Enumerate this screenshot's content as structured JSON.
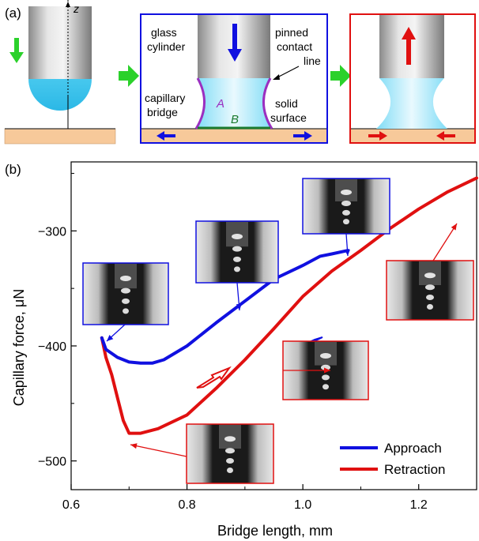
{
  "panel_a": {
    "label": "(a)",
    "z_axis": "z",
    "labels": {
      "glass_cylinder_1": "glass",
      "glass_cylinder_2": "cylinder",
      "pinned_1": "pinned",
      "pinned_2": "contact",
      "pinned_3": "line",
      "capillary_1": "capillary",
      "capillary_2": "bridge",
      "interface_a": "A",
      "interface_b": "B",
      "solid_1": "solid",
      "solid_2": "surface"
    },
    "colors": {
      "water": "#5cd3f3",
      "substrate": "#f7c99a",
      "cylinder": "#bdbdbd",
      "approach": "#1010e0",
      "retraction": "#e01010",
      "green": "#2bd12b",
      "purple": "#9b2fc0",
      "darkgreen": "#1a7a2e"
    }
  },
  "panel_b": {
    "label": "(b)",
    "chart_data": {
      "type": "line",
      "xlabel": "Bridge length, mm",
      "ylabel": "Capillary force, μN",
      "xlim": [
        0.6,
        1.3
      ],
      "ylim": [
        -525,
        -240
      ],
      "x_ticks": [
        0.6,
        0.8,
        1.0,
        1.2
      ],
      "x_tick_labels": [
        "0.6",
        "0.8",
        "1.0",
        "1.2"
      ],
      "y_ticks": [
        -500,
        -400,
        -300
      ],
      "y_tick_labels": [
        "−500",
        "−400",
        "−300"
      ],
      "legend_position": "bottom-right",
      "grid": false,
      "series": [
        {
          "name": "Approach",
          "color": "#1010e0",
          "x": [
            0.653,
            0.66,
            0.68,
            0.7,
            0.72,
            0.74,
            0.76,
            0.8,
            0.85,
            0.9,
            0.95,
            1.0,
            1.03,
            1.05,
            1.078
          ],
          "y": [
            -393,
            -403,
            -410,
            -414,
            -415,
            -415,
            -412,
            -400,
            -380,
            -361,
            -342,
            -330,
            -322,
            -320,
            -317
          ]
        },
        {
          "name": "Retraction",
          "color": "#e01010",
          "x": [
            0.653,
            0.66,
            0.67,
            0.68,
            0.69,
            0.7,
            0.72,
            0.75,
            0.8,
            0.85,
            0.9,
            0.95,
            1.0,
            1.05,
            1.1,
            1.15,
            1.2,
            1.25,
            1.3
          ],
          "y": [
            -393,
            -410,
            -425,
            -445,
            -465,
            -476,
            -476,
            -472,
            -460,
            -437,
            -412,
            -385,
            -357,
            -335,
            -317,
            -298,
            -281,
            -266,
            -254
          ]
        }
      ]
    }
  }
}
